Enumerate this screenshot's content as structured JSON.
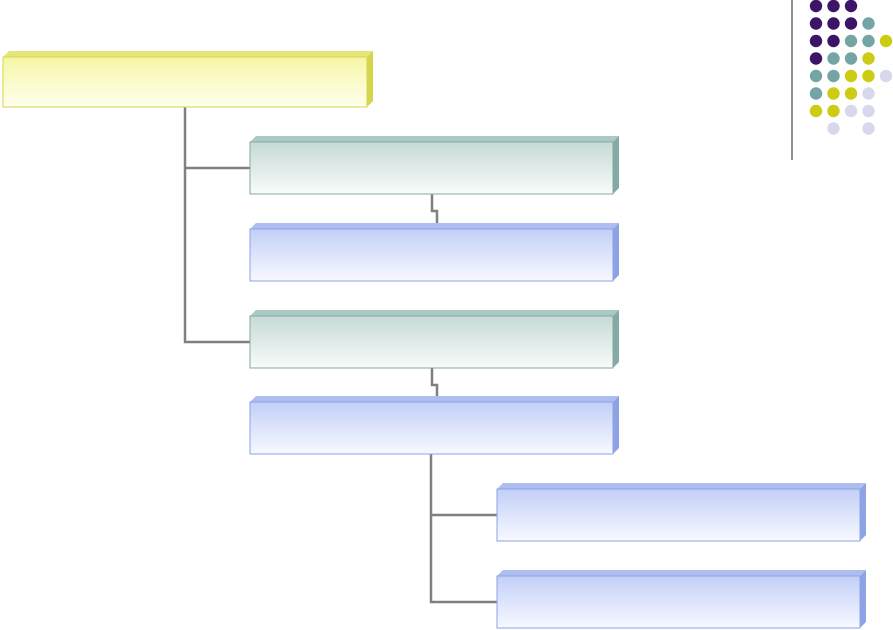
{
  "colors": {
    "yellow_front_top": "#f6f6a6",
    "yellow_front_bottom": "#ffffee",
    "yellow_side": "#d6d64a",
    "yellow_top": "#e4e47a",
    "teal_front_top": "#c6dad6",
    "teal_front_bottom": "#f8fbfa",
    "teal_side": "#84aaa6",
    "teal_top": "#a9c9c4",
    "blue_front_top": "#c2cff7",
    "blue_front_bottom": "#f8f9ff",
    "blue_side": "#8ea2e6",
    "blue_top": "#aebdf0",
    "connector": "#808080",
    "dot_purple": "#3c1468",
    "dot_teal": "#74a4a4",
    "dot_yellow": "#cccc14",
    "dot_lavender": "#d8d8ec"
  },
  "boxes": [
    {
      "id": "root",
      "label": "",
      "scheme": "yellow"
    },
    {
      "id": "child-1",
      "label": "",
      "scheme": "teal"
    },
    {
      "id": "child-1-detail",
      "label": "",
      "scheme": "blue"
    },
    {
      "id": "child-2",
      "label": "",
      "scheme": "teal"
    },
    {
      "id": "child-2-detail",
      "label": "",
      "scheme": "blue"
    },
    {
      "id": "grandchild-1",
      "label": "",
      "scheme": "blue"
    },
    {
      "id": "grandchild-2",
      "label": "",
      "scheme": "blue"
    }
  ],
  "decoration": {
    "dot_pattern": [
      [
        "purple",
        "purple",
        "purple",
        null,
        null
      ],
      [
        "purple",
        "purple",
        "purple",
        "teal",
        null
      ],
      [
        "purple",
        "purple",
        "teal",
        "teal",
        "yellow"
      ],
      [
        "purple",
        "teal",
        "teal",
        "yellow",
        null
      ],
      [
        "teal",
        "teal",
        "yellow",
        "yellow",
        "lavender"
      ],
      [
        "teal",
        "yellow",
        "yellow",
        "lavender",
        null
      ],
      [
        "yellow",
        "yellow",
        "lavender",
        "lavender",
        null
      ],
      [
        null,
        "lavender",
        null,
        "lavender",
        null
      ]
    ]
  }
}
